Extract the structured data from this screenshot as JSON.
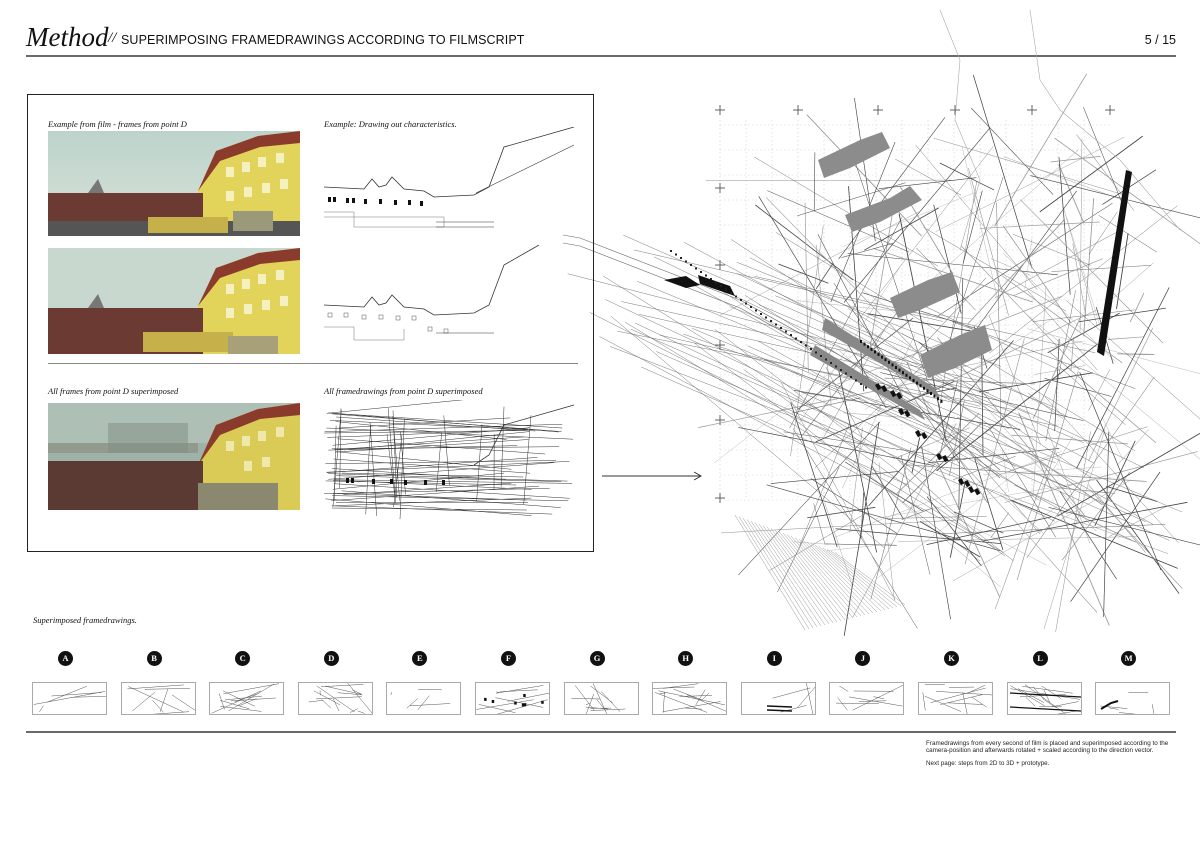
{
  "header": {
    "title": "Method",
    "separator": "//",
    "subtitle": "SUPERIMPOSING FRAMEDRAWINGS ACCORDING TO FILMSCRIPT",
    "page": "5 / 15"
  },
  "panel": {
    "caption_film": "Example from film - frames from point D",
    "caption_drawing": "Example: Drawing out characteristics.",
    "caption_frames_super": "All frames from point D superimposed",
    "caption_drawings_super": "All framedrawings from point D superimposed"
  },
  "superimposed_caption": "Superimposed framedrawings.",
  "thumbnails": [
    "A",
    "B",
    "C",
    "D",
    "E",
    "F",
    "G",
    "H",
    "I",
    "J",
    "K",
    "L",
    "M"
  ],
  "note": {
    "p1": "Framedrawings from every second of film is placed and superimposed according to the camera-position and afterwards rotated + scaled according to the direction vector.",
    "p2": "Next page: steps from 2D to 3D + prototype."
  },
  "colors": {
    "sky": "#aec5bf",
    "building": "#e2d35a",
    "roof": "#8a3b2c",
    "wall": "#6b3a33",
    "accent_gray": "#8c8c8c"
  }
}
